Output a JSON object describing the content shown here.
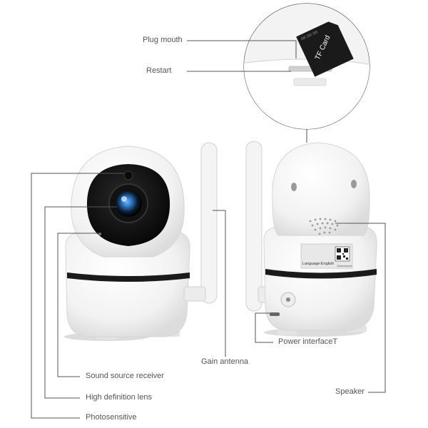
{
  "callouts": {
    "plug_mouth": "Plug mouth",
    "restart": "Restart",
    "gain_antenna": "Gain antenna",
    "power_interface": "Power interfaceT",
    "speaker": "Speaker",
    "sound_source_receiver": "Sound source receiver",
    "high_definition_lens": "High definition lens",
    "photosensitive": "Photosensitive"
  },
  "tf_card": {
    "label": "TF Card"
  },
  "back_label": {
    "language": "Language:English",
    "serial": "10xxxxxxxxxx"
  },
  "colors": {
    "camera_body": "#f4f4f4",
    "lens_face": "#111111",
    "lens_iris": "#2b6fb8",
    "leader_line": "#555555"
  }
}
